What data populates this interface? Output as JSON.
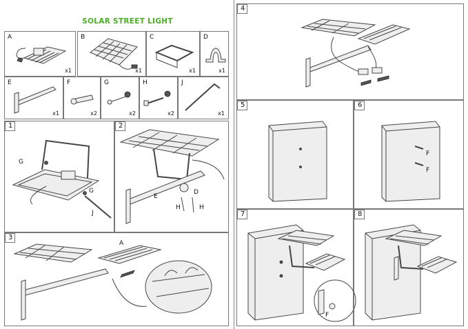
{
  "title": "SOLAR STREET LIGHT",
  "parts": [
    {
      "id": "A",
      "qty": "x1"
    },
    {
      "id": "B",
      "qty": "x1"
    },
    {
      "id": "C",
      "qty": "x1"
    },
    {
      "id": "D",
      "qty": "x1"
    },
    {
      "id": "E",
      "qty": "x1"
    },
    {
      "id": "F",
      "qty": "x2"
    },
    {
      "id": "G",
      "qty": "x2"
    },
    {
      "id": "H",
      "qty": "x2"
    },
    {
      "id": "J",
      "qty": "x1"
    }
  ],
  "steps": [
    "1",
    "2",
    "3",
    "4",
    "5",
    "6",
    "7",
    "8"
  ],
  "callouts": {
    "s1_g1": "G",
    "s1_g2": "G",
    "s1_j": "J",
    "s2_e": "E",
    "s2_d": "D",
    "s2_h1": "H",
    "s2_h2": "H",
    "s3_a": "A",
    "s6_f1": "F",
    "s6_f2": "F",
    "s7_f": "F"
  },
  "colors": {
    "title": "#4caf28",
    "line": "#444444",
    "border": "#777777"
  }
}
